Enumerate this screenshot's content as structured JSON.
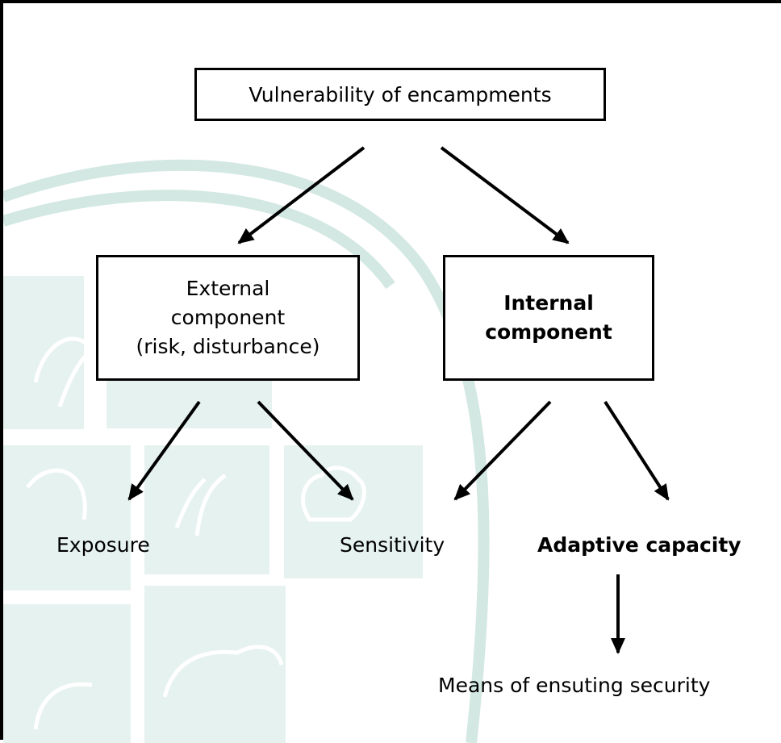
{
  "diagram": {
    "top_box": {
      "label": "Vulnerability of encampments"
    },
    "external_box": {
      "lines": [
        "External",
        "component",
        "(risk, disturbance)"
      ]
    },
    "internal_box": {
      "lines": [
        "Internal",
        "component"
      ]
    },
    "leaves": {
      "exposure": "Exposure",
      "sensitivity": "Sensitivity",
      "adaptive_capacity": "Adaptive capacity",
      "means": "Means of ensuting security"
    }
  },
  "colors": {
    "border": "#000000",
    "watermark_fill": "#e6f2ef",
    "watermark_stroke": "#d3e8e2"
  }
}
